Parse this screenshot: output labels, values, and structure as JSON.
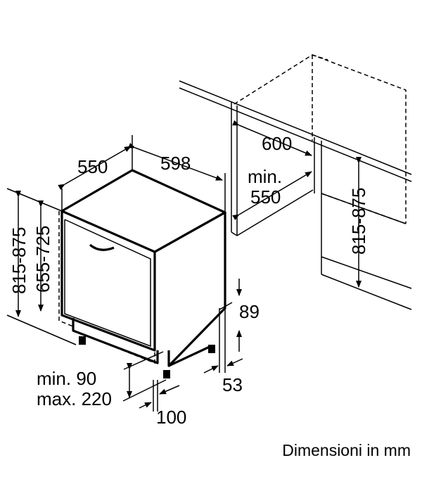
{
  "labels": {
    "depth": "550",
    "width": "598",
    "niche_width": "600",
    "niche_min_label": "min.",
    "niche_min_value": "550",
    "total_height_range": "815-875",
    "body_height_range": "655-725",
    "niche_height_range": "815-875",
    "plinth_gap": "89",
    "plinth_depth": "53",
    "toe_min": "min. 90",
    "toe_max": "max. 220",
    "foot_offset": "100"
  },
  "caption": "Dimensioni in mm"
}
